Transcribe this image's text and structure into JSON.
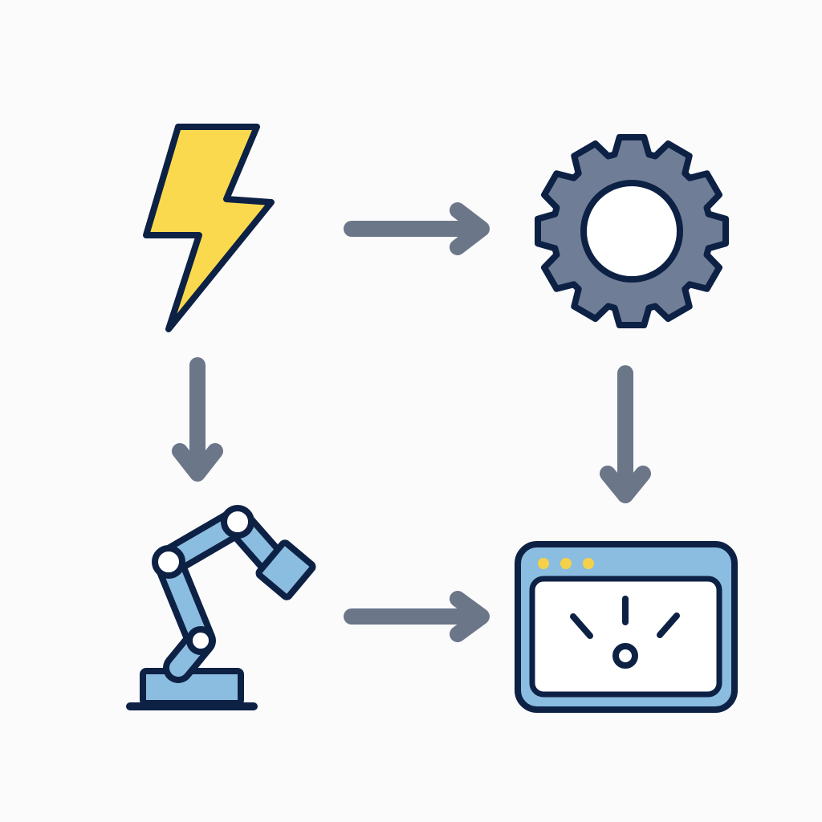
{
  "diagram": {
    "nodes": [
      {
        "id": "power",
        "icon": "lightning-bolt-icon"
      },
      {
        "id": "processing",
        "icon": "gear-icon"
      },
      {
        "id": "robot",
        "icon": "robot-arm-icon"
      },
      {
        "id": "monitor",
        "icon": "monitor-window-icon"
      }
    ],
    "edges": [
      {
        "from": "power",
        "to": "processing",
        "direction": "right"
      },
      {
        "from": "power",
        "to": "robot",
        "direction": "down"
      },
      {
        "from": "processing",
        "to": "monitor",
        "direction": "down"
      },
      {
        "from": "robot",
        "to": "monitor",
        "direction": "right"
      }
    ]
  },
  "colors": {
    "background": "#fbfbfc",
    "outline": "#0d2145",
    "arrow": "#6b7689",
    "lightning": "#fbd94f",
    "gear": "#6f7e96",
    "light_blue": "#8bbde0",
    "indicator_dots": "#f5d14a"
  }
}
